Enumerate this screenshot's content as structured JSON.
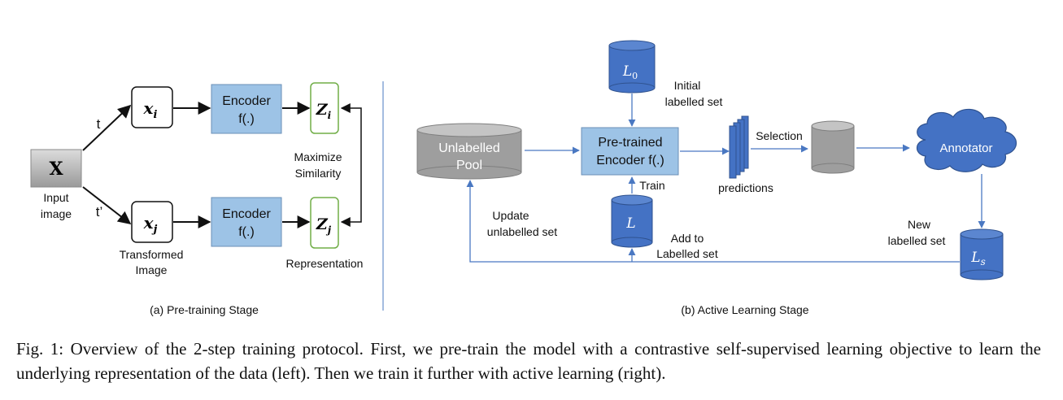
{
  "pretraining": {
    "input_symbol": "X",
    "input_label_1": "Input",
    "input_label_2": "image",
    "t_top": "t",
    "t_bottom": "t’",
    "xi_base": "x",
    "xi_sub": "i",
    "xj_base": "x",
    "xj_sub": "j",
    "transformed_label_1": "Transformed",
    "transformed_label_2": "Image",
    "encoder_top_1": "Encoder",
    "encoder_top_2": "f(.)",
    "encoder_bottom_1": "Encoder",
    "encoder_bottom_2": "f(.)",
    "zi_base": "Z",
    "zi_sub": "i",
    "zj_base": "Z",
    "zj_sub": "j",
    "maximize_1": "Maximize",
    "maximize_2": "Similarity",
    "representation": "Representation",
    "caption": "(a) Pre-training Stage"
  },
  "active_learning": {
    "l0_base": "L",
    "l0_sub": "0",
    "initial_1": "Initial",
    "initial_2": "labelled set",
    "pool_1": "Unlabelled",
    "pool_2": "Pool",
    "encoder_1": "Pre-trained",
    "encoder_2": "Encoder f(.)",
    "train": "Train",
    "l_label": "L",
    "add_1": "Add to",
    "add_2": "Labelled set",
    "update_1": "Update",
    "update_2": "unlabelled set",
    "selection": "Selection",
    "predictions": "predictions",
    "annotator": "Annotator",
    "new_1": "New",
    "new_2": "labelled set",
    "ls_base": "L",
    "ls_sub": "s",
    "caption": "(b) Active Learning Stage"
  },
  "figure_caption": "Fig. 1: Overview of the 2-step training protocol. First, we pre-train the model with a contrastive self-supervised learning objective to learn the underlying representation of the data (left). Then we train it further with active learning (right).",
  "colors": {
    "encoder_fill": "#9dc3e6",
    "encoder_stroke": "#6a8fb7",
    "cylinder_blue": "#4472c4",
    "cylinder_grey": "#a6a6a6",
    "z_box_stroke": "#70ad47",
    "arrow_blue": "#4a78c2",
    "cloud_blue": "#4472c4"
  }
}
